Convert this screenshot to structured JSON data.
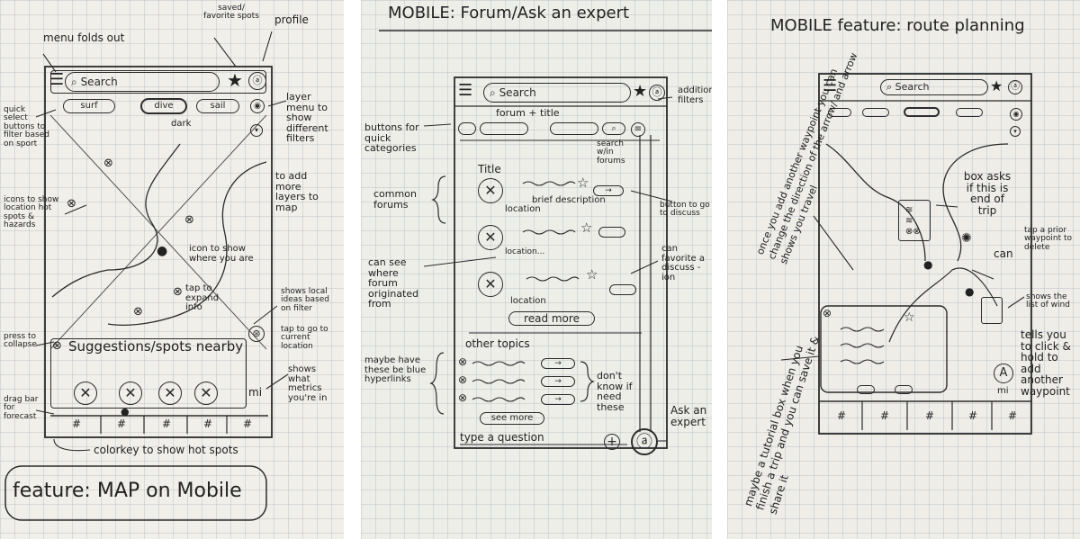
{
  "map_sketch": {
    "title": "feature: MAP on Mobile",
    "search_placeholder": "Search",
    "quick_filters": [
      "surf",
      "dive",
      "sail"
    ],
    "annotations": {
      "menu": "menu folds out",
      "saved": "saved/ favorite spots",
      "profile": "profile",
      "quick": "quick select buttons to filter based on sport",
      "dark": "dark",
      "layer": "layer menu to show different filters",
      "add_layers": "to add more layers to map",
      "icons": "icons to show location hot spots & hazards",
      "you_are": "icon to show where you are",
      "tap_expand": "tap to expand info",
      "shows_local": "shows local ideas based on filter",
      "press": "press to collapse",
      "tap_current": "tap to go to current location",
      "metrics": "shows what metrics you're in",
      "drag": "drag bar for forecast",
      "colorkey": "colorkey to show hot spots"
    },
    "suggestions_label": "Suggestions/spots nearby",
    "metric_label": "mi"
  },
  "forum_sketch": {
    "title": "MOBILE: Forum/Ask an expert",
    "search_placeholder": "Search",
    "forum_title_label": "forum + title",
    "section_title": "Title",
    "read_more": "read more",
    "other_topics": "other topics",
    "see_more": "see more",
    "type_question": "type a question",
    "annotations": {
      "additional_filters": "additional filters",
      "buttons": "buttons for quick categories",
      "search_forums": "search w/in forums",
      "common": "common forums",
      "brief": "brief description",
      "location": "location",
      "location2": "location...",
      "location3": "location",
      "button_go": "button to go to discuss",
      "can_see": "can see where forum originated from",
      "can_fav": "can favorite a discuss -ion",
      "blue_links": "maybe have these be blue hyperlinks",
      "dont_know": "don't know if need these",
      "ask_expert": "Ask an expert"
    }
  },
  "route_sketch": {
    "title": "MOBILE feature: route planning",
    "search_placeholder": "Search",
    "metric_label": "mi",
    "annotations": {
      "waypoint": "once you add another waypoint you can change the direction of the arrow/ and arrow shows you travel",
      "box_asks": "box asks if this is end of trip",
      "tap_prior": "tap a prior waypoint to delete",
      "can": "can",
      "shows_list": "shows the list of wind",
      "tells": "tells you to click & hold to add another waypoint",
      "tutorial": "maybe a tutorial box when you finish a trip and you can save it & share it"
    }
  }
}
